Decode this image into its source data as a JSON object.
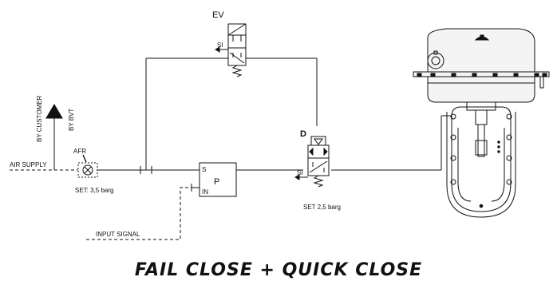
{
  "labels": {
    "ev": "EV",
    "si_ev": "SI",
    "d": "D",
    "si_d": "SI",
    "afr": "AFR",
    "set_afr": "SET: 3,5 barg",
    "set_d": "SET 2,5 barg",
    "air_supply": "AIR SUPPLY",
    "input_signal": "INPUT SIGNAL",
    "by_customer": "BY CUSTOMER",
    "by_bvt": "BY BVT",
    "p": "P",
    "s": "S",
    "in": "IN"
  },
  "title": "FAIL CLOSE + QUICK CLOSE",
  "colors": {
    "line": "#111111",
    "actuator_fill": "#f4f4f4",
    "background": "#ffffff"
  }
}
